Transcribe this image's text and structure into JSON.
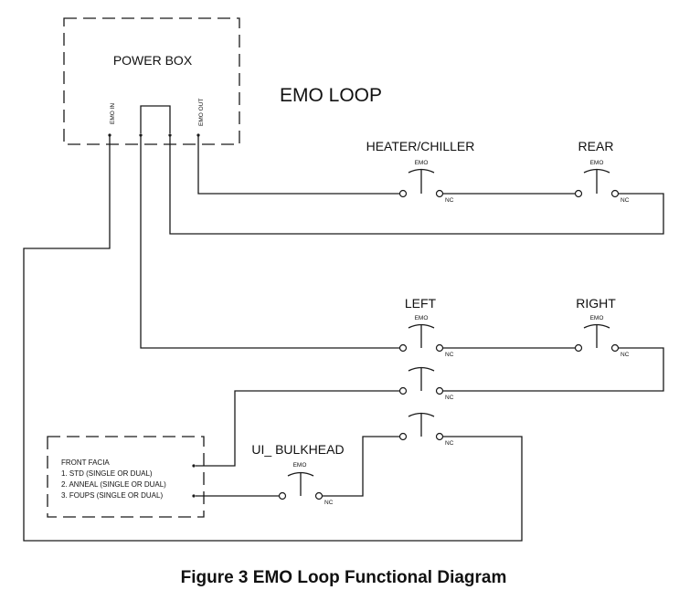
{
  "diagram": {
    "title": "EMO LOOP",
    "power_box": {
      "label": "POWER BOX",
      "emo_in": "EMO IN",
      "emo_out": "EMO OUT"
    },
    "switches": {
      "heater_chiller": {
        "name": "HEATER/CHILLER",
        "emo": "EMO",
        "nc": "NC"
      },
      "rear": {
        "name": "REAR",
        "emo": "EMO",
        "nc": "NC"
      },
      "left": {
        "name": "LEFT",
        "emo": "EMO",
        "nc": "NC"
      },
      "right": {
        "name": "RIGHT",
        "emo": "EMO",
        "nc": "NC"
      },
      "row2": {
        "nc": "NC"
      },
      "row3": {
        "nc": "NC"
      },
      "ui_bulkhead": {
        "name": "UI_ BULKHEAD",
        "emo": "EMO",
        "nc": "NC"
      }
    },
    "front_facia": {
      "title": "FRONT FACIA",
      "items": [
        "1. STD (SINGLE OR DUAL)",
        "2. ANNEAL (SINGLE OR DUAL)",
        "3. FOUPS (SINGLE OR DUAL)"
      ]
    }
  },
  "caption": "Figure 3  EMO Loop Functional Diagram"
}
